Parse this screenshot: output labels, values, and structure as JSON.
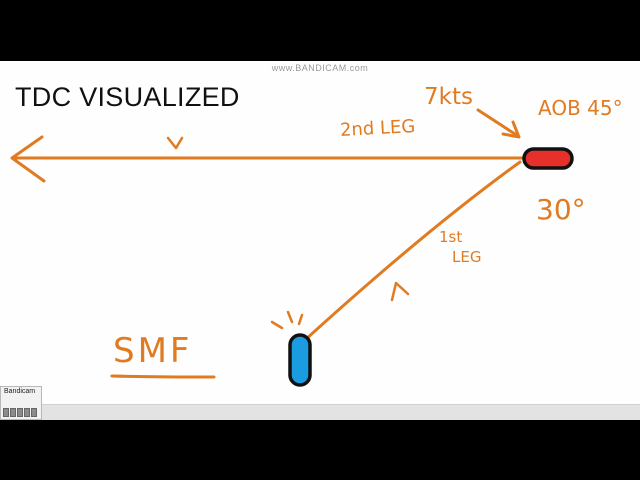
{
  "watermark": "www.BANDICAM.com",
  "slide": {
    "title": "TDC VISUALIZED"
  },
  "annotations": {
    "speed": "7kts",
    "aob": "AOB 45°",
    "second_leg": "2nd LEG",
    "angle": "30°",
    "first_leg_line1": "1st",
    "first_leg_line2": "LEG",
    "own_ship": "SMF"
  },
  "recorder": {
    "title": "Bandicam",
    "icons": [
      "record-icon",
      "pause-icon",
      "screenshot-icon",
      "settings-icon",
      "folder-icon"
    ]
  },
  "colors": {
    "ink": "#e07b22",
    "target_ship": "#e8302a",
    "own_ship": "#1b9be0",
    "outline": "#111111"
  }
}
